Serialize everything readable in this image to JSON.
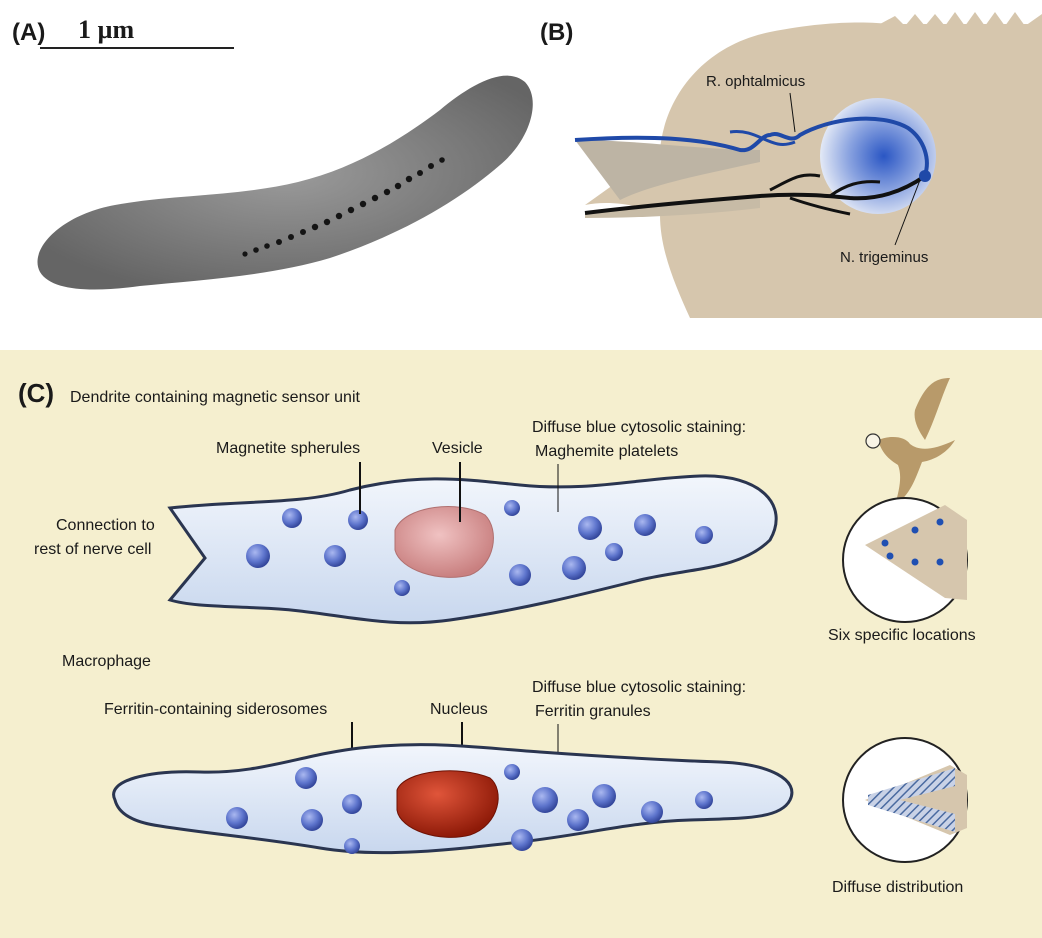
{
  "panels": {
    "a_label": "(A)",
    "b_label": "(B)",
    "c_label": "(C)"
  },
  "panel_a": {
    "scale_bar_text": "1 µm"
  },
  "panel_b": {
    "nerve_upper": "R. ophtalmicus",
    "nerve_lower": "N. trigeminus"
  },
  "panel_c": {
    "dendrite_title": "Dendrite containing magnetic sensor unit",
    "magnetite_label": "Magnetite spherules",
    "vesicle_label": "Vesicle",
    "diffuse_top_line1": "Diffuse blue cytosolic staining:",
    "diffuse_top_line2": "Maghemite platelets",
    "connection_line1": "Connection to",
    "connection_line2": "rest of nerve cell",
    "six_locations": "Six specific locations",
    "macrophage_title": "Macrophage",
    "ferritin_label": "Ferritin-containing siderosomes",
    "nucleus_label": "Nucleus",
    "diffuse_bottom_line1": "Diffuse blue cytosolic staining:",
    "diffuse_bottom_line2": "Ferritin granules",
    "diffuse_distribution": "Diffuse distribution"
  },
  "colors": {
    "panel_c_background": "#f5efcf",
    "bird_head": "#d6c6ad",
    "nerve_blue": "#1f49a8",
    "cell_fill": "#dfe8f6",
    "spherule": "#5d74cc",
    "vesicle": "#d99a9a",
    "nucleus": "#b32a14"
  }
}
